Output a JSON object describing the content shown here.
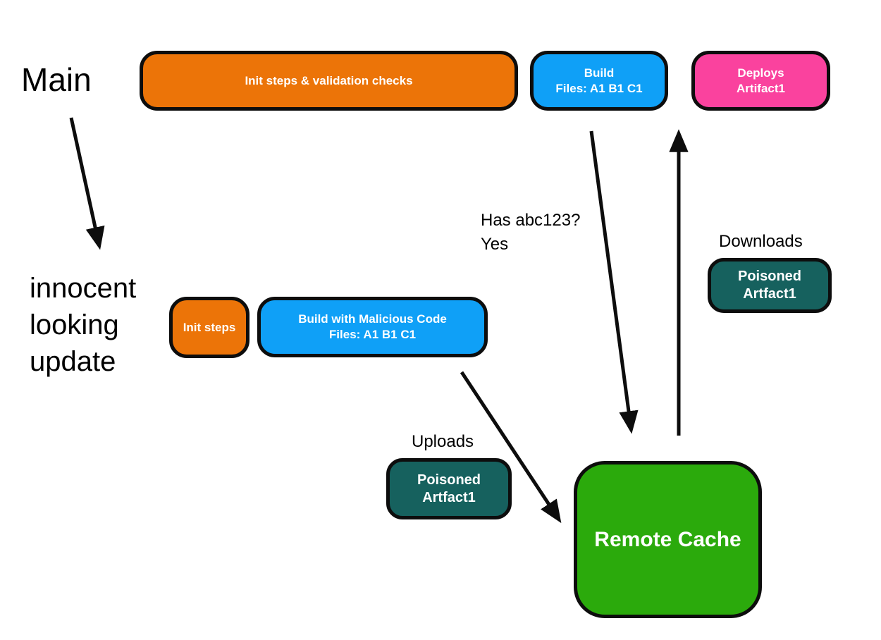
{
  "labels": {
    "main": "Main",
    "innocent_update": "innocent\nlooking\nupdate",
    "has_hash_query": "Has abc123?\nYes",
    "downloads": "Downloads",
    "uploads": "Uploads"
  },
  "nodes": {
    "init_validation": {
      "label": "Init steps & validation checks",
      "color": "#EC7408"
    },
    "build": {
      "label": "Build\nFiles: A1 B1 C1",
      "color": "#0FA0F7"
    },
    "deploys": {
      "label": "Deploys\nArtifact1",
      "color": "#FA429E"
    },
    "init_steps": {
      "label": "Init steps",
      "color": "#EC7408"
    },
    "build_malicious": {
      "label": "Build with Malicious Code\nFiles: A1 B1 C1",
      "color": "#0FA0F7"
    },
    "poisoned_artifact_download": {
      "label": "Poisoned\nArtfact1",
      "color": "#16615E"
    },
    "poisoned_artifact_upload": {
      "label": "Poisoned\nArtfact1",
      "color": "#16615E"
    },
    "remote_cache": {
      "label": "Remote Cache",
      "color": "#2BAA0C"
    }
  },
  "colors": {
    "background": "#ffffff",
    "arrow": "#0d0d0d",
    "text": "#000000",
    "node_text": "#ffffff"
  }
}
